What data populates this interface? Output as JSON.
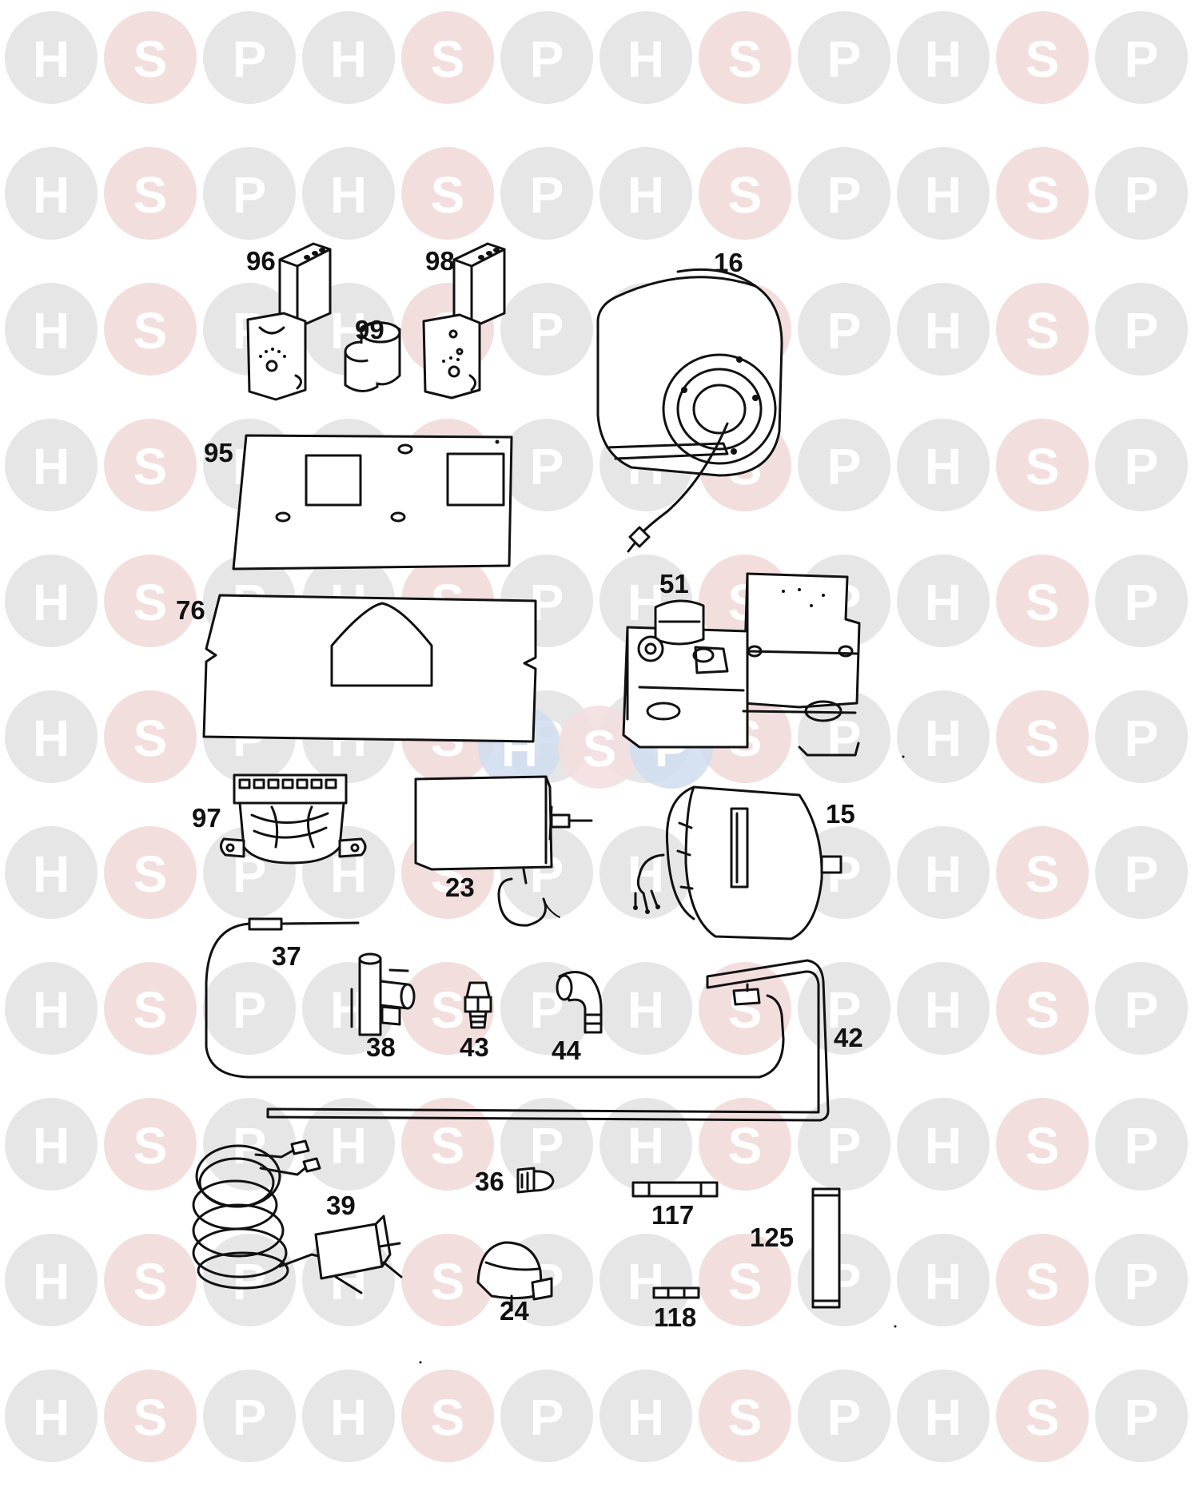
{
  "watermark": {
    "letters": [
      "H",
      "S",
      "P"
    ],
    "colors": {
      "circle_h": "#e6e6e6",
      "circle_s": "#f3dede",
      "circle_p": "#e6e6e6",
      "letter": "#ffffff"
    },
    "center_logo_colors": [
      "#cfdcef",
      "#f3dede",
      "#cfdcef"
    ]
  },
  "parts": [
    {
      "id": "96",
      "label": "96",
      "icon": "electrode-bracket-icon"
    },
    {
      "id": "98",
      "label": "98",
      "icon": "electrode-bracket-icon"
    },
    {
      "id": "99",
      "label": "99",
      "icon": "grommet-icon"
    },
    {
      "id": "16",
      "label": "16",
      "icon": "fan-housing-icon"
    },
    {
      "id": "95",
      "label": "95",
      "icon": "gasket-plate-icon"
    },
    {
      "id": "76",
      "label": "76",
      "icon": "gasket-icon"
    },
    {
      "id": "51",
      "label": "51",
      "icon": "gas-valve-icon"
    },
    {
      "id": "97",
      "label": "97",
      "icon": "terminal-block-icon"
    },
    {
      "id": "23",
      "label": "23",
      "icon": "control-box-icon"
    },
    {
      "id": "15",
      "label": "15",
      "icon": "fan-motor-icon"
    },
    {
      "id": "37",
      "label": "37",
      "icon": "thermocouple-icon"
    },
    {
      "id": "38",
      "label": "38",
      "icon": "pilot-assembly-icon"
    },
    {
      "id": "43",
      "label": "43",
      "icon": "injector-icon"
    },
    {
      "id": "44",
      "label": "44",
      "icon": "elbow-icon"
    },
    {
      "id": "42",
      "label": "42",
      "icon": "pilot-pipe-icon"
    },
    {
      "id": "39",
      "label": "39",
      "icon": "wiring-harness-icon"
    },
    {
      "id": "36",
      "label": "36",
      "icon": "plug-icon"
    },
    {
      "id": "117",
      "label": "117",
      "icon": "fuse-icon"
    },
    {
      "id": "125",
      "label": "125",
      "icon": "strip-icon"
    },
    {
      "id": "24",
      "label": "24",
      "icon": "knob-icon"
    },
    {
      "id": "118",
      "label": "118",
      "icon": "fuse-small-icon"
    }
  ]
}
